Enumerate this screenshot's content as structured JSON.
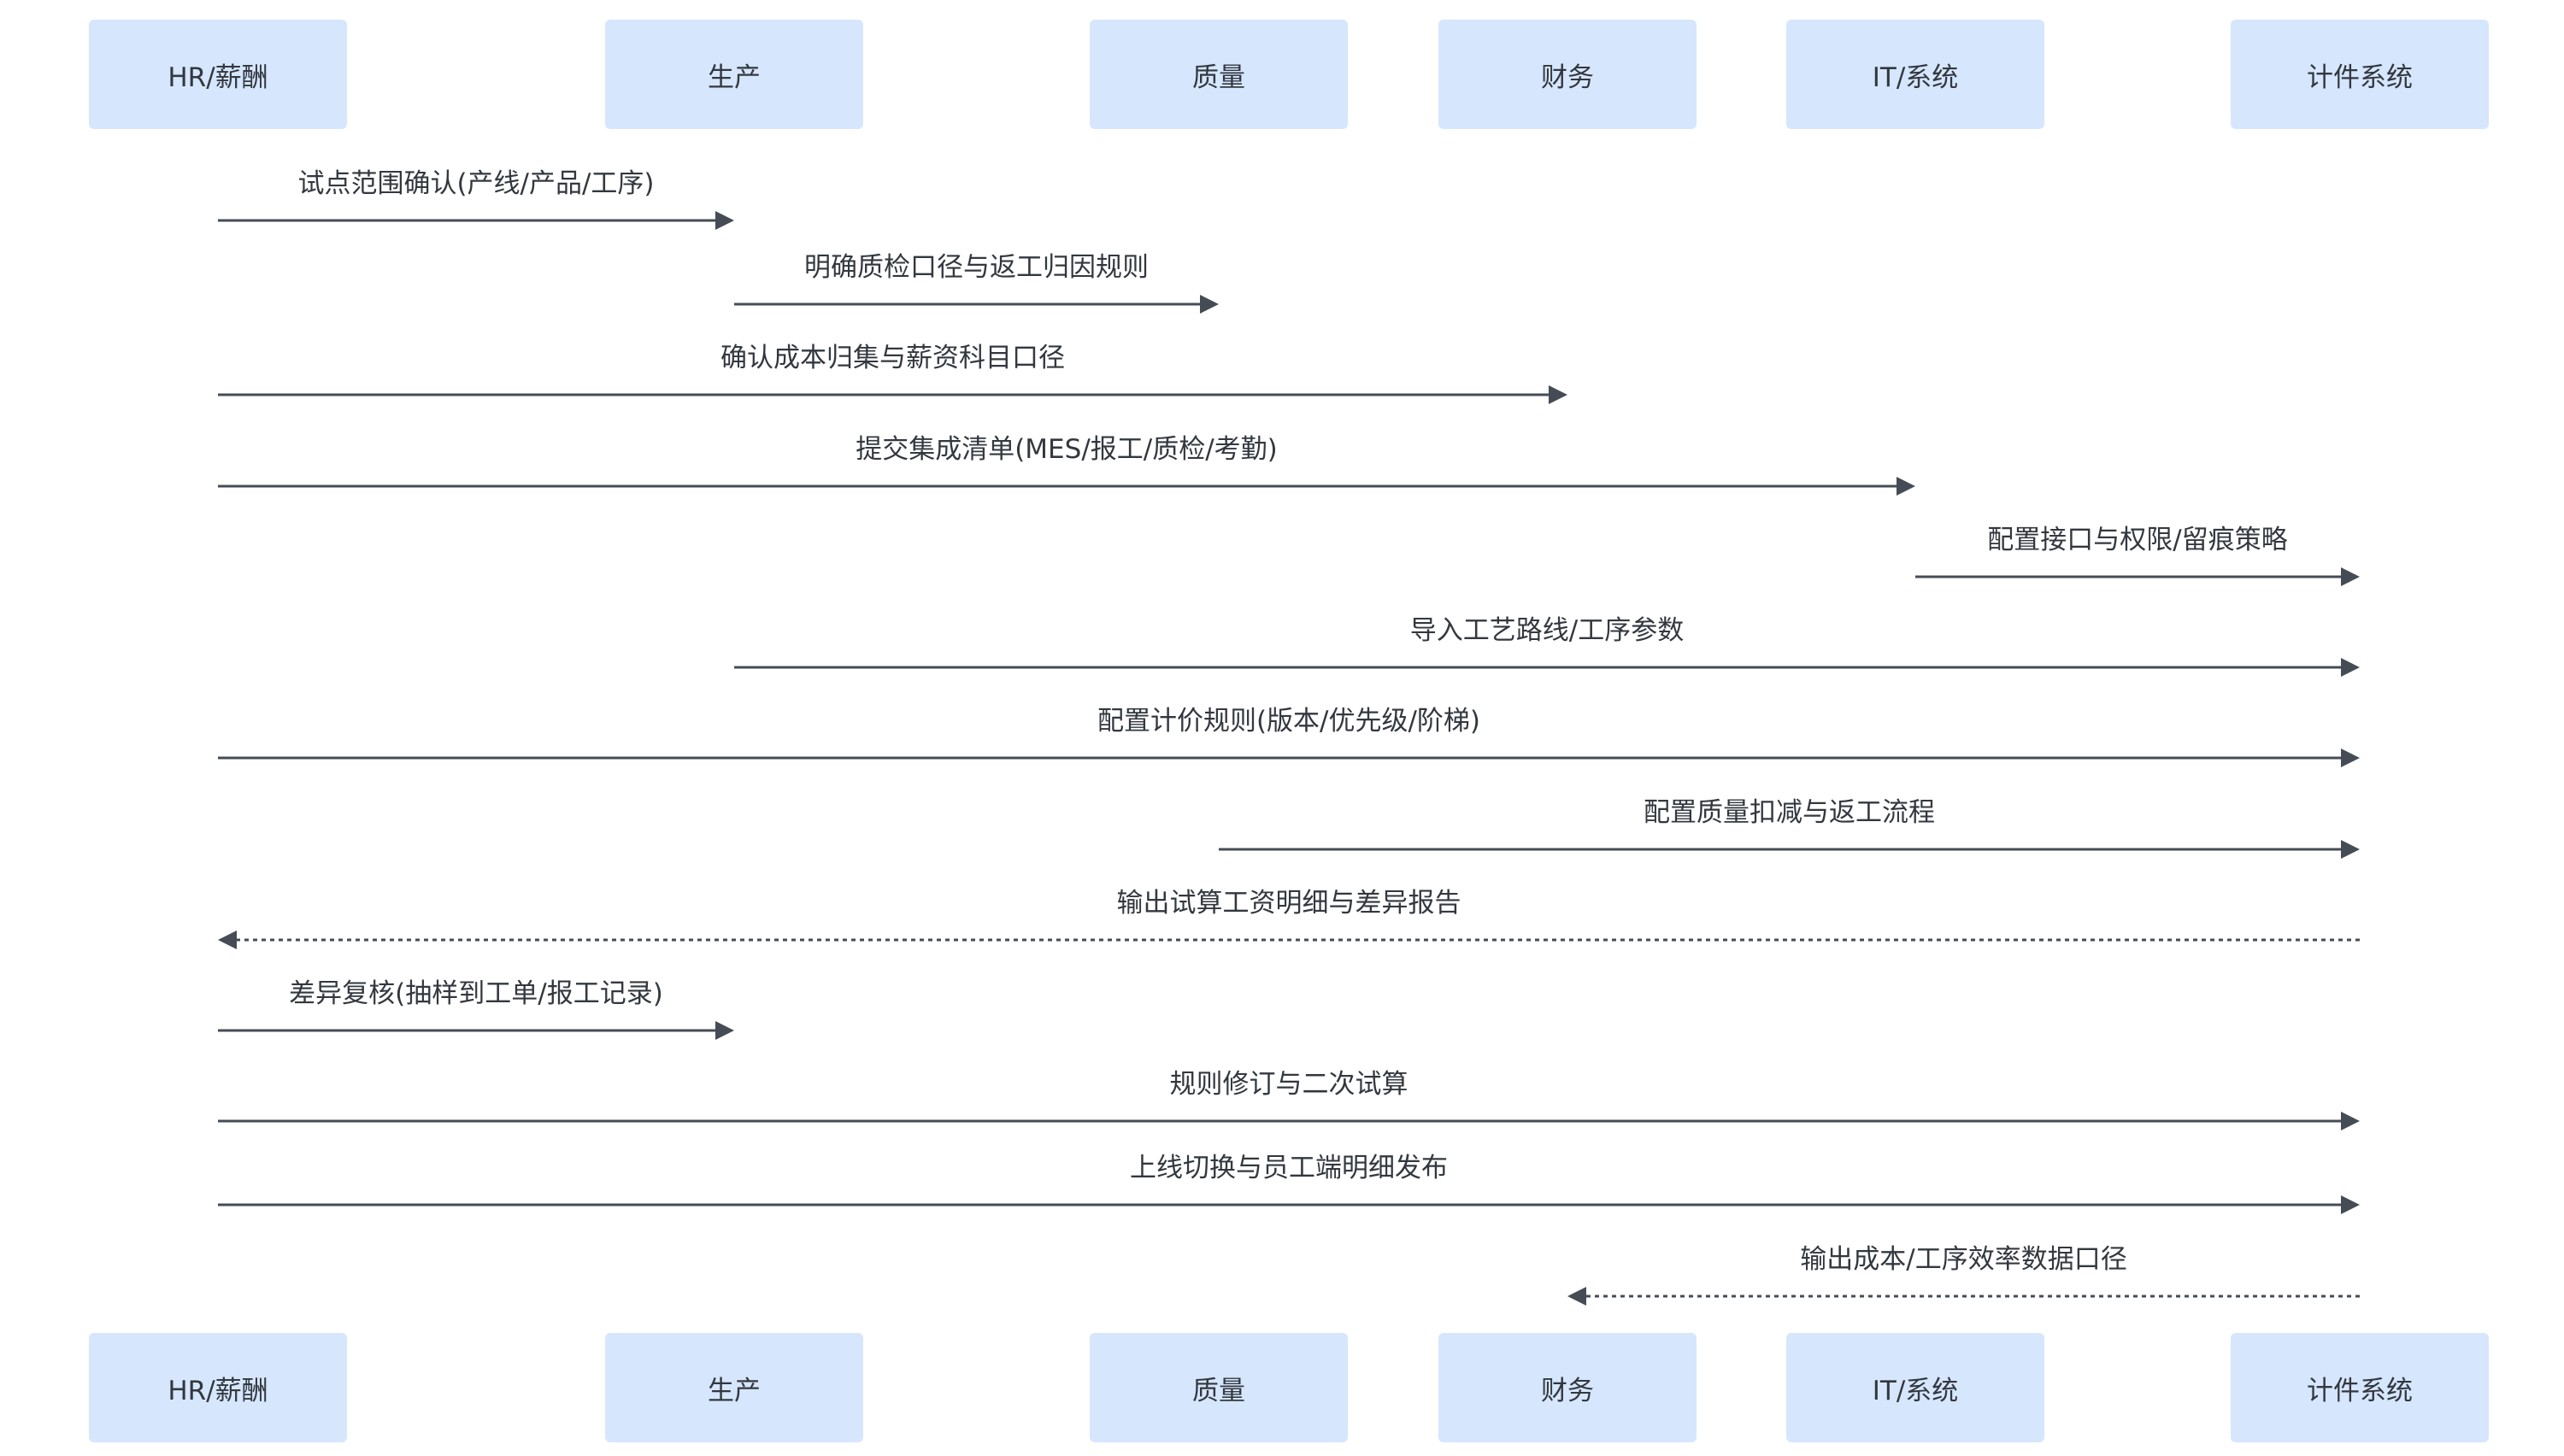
{
  "participants": [
    "HR/薪酬",
    "生产",
    "质量",
    "财务",
    "IT/系统",
    "计件系统"
  ],
  "messages": [
    {
      "from": 0,
      "to": 1,
      "label": "试点范围确认(产线/产品/工序)",
      "style": "solid"
    },
    {
      "from": 1,
      "to": 2,
      "label": "明确质检口径与返工归因规则",
      "style": "solid"
    },
    {
      "from": 0,
      "to": 3,
      "label": "确认成本归集与薪资科目口径",
      "style": "solid"
    },
    {
      "from": 0,
      "to": 4,
      "label": "提交集成清单(MES/报工/质检/考勤)",
      "style": "solid"
    },
    {
      "from": 4,
      "to": 5,
      "label": "配置接口与权限/留痕策略",
      "style": "solid"
    },
    {
      "from": 1,
      "to": 5,
      "label": "导入工艺路线/工序参数",
      "style": "solid"
    },
    {
      "from": 0,
      "to": 5,
      "label": "配置计价规则(版本/优先级/阶梯)",
      "style": "solid"
    },
    {
      "from": 2,
      "to": 5,
      "label": "配置质量扣减与返工流程",
      "style": "solid"
    },
    {
      "from": 5,
      "to": 0,
      "label": "输出试算工资明细与差异报告",
      "style": "dashed"
    },
    {
      "from": 0,
      "to": 1,
      "label": "差异复核(抽样到工单/报工记录)",
      "style": "solid"
    },
    {
      "from": 0,
      "to": 5,
      "label": "规则修订与二次试算",
      "style": "solid"
    },
    {
      "from": 0,
      "to": 5,
      "label": "上线切换与员工端明细发布",
      "style": "solid"
    },
    {
      "from": 5,
      "to": 3,
      "label": "输出成本/工序效率数据口径",
      "style": "dashed"
    }
  ],
  "colors": {
    "actor_fill": "#d6e6fd",
    "line": "#464c55",
    "text": "#33383f"
  }
}
